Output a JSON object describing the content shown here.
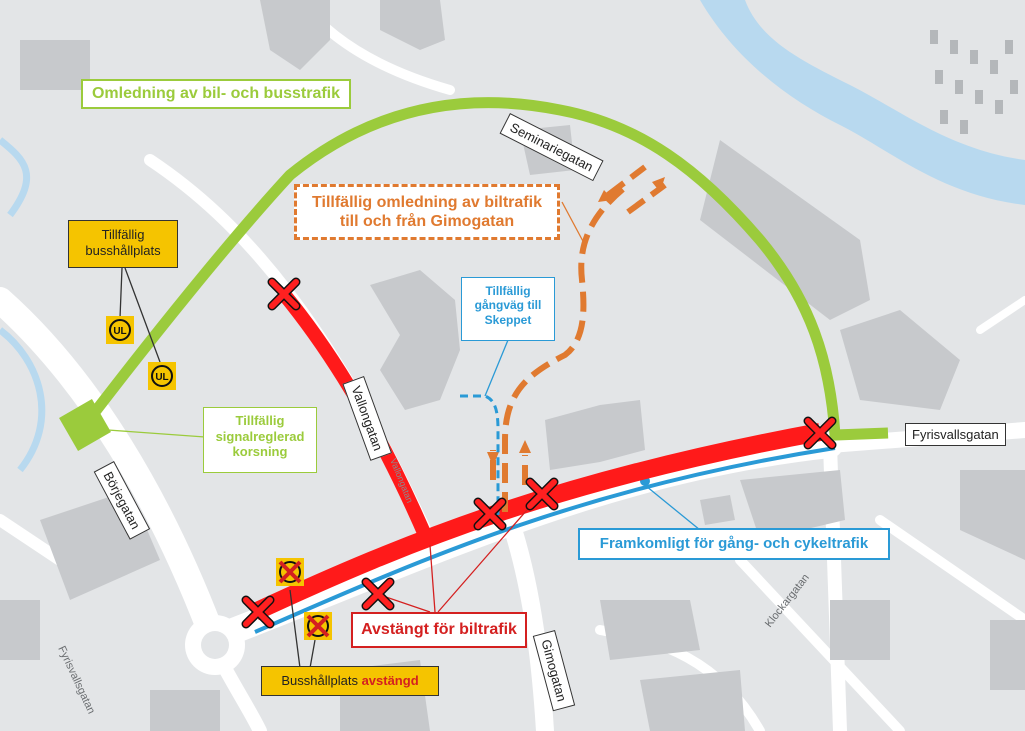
{
  "labels": {
    "bus_detour": "Omledning av bil- och busstrafik",
    "temp_bus_stop_line1": "Tillfällig",
    "temp_bus_stop_line2": "busshållplats",
    "car_detour_line1": "Tillfällig omledning av biltrafik",
    "car_detour_line2": "till och från Gimogatan",
    "temp_walkway_line1": "Tillfällig",
    "temp_walkway_line2": "gångväg till",
    "temp_walkway_line3": "Skeppet",
    "signal_line1": "Tillfällig",
    "signal_line2": "signalreglerad",
    "signal_line3": "korsning",
    "ped_bike": "Framkomligt för gång- och cykeltrafik",
    "closed_cars": "Avstängt för biltrafik",
    "stop_closed_prefix": "Busshållplats ",
    "stop_closed_suffix": "avstängd"
  },
  "streets": {
    "seminariegatan": "Seminariegatan",
    "fyrisvallsgatan": "Fyrisvallsgatan",
    "vallongatan": "Vallongatan",
    "borjegatan": "Börjegatan",
    "gimogatan": "Gimogatan"
  },
  "map_names": {
    "fyrisvallsgatan_small": "Fyrisvallsgatan",
    "klockargatan": "Klockargatan",
    "vallongatan_small": "Vallongatan"
  },
  "bus_stop_icon_text": "UL",
  "colors": {
    "green_route": "#9bcb3c",
    "orange_detour": "#e07a30",
    "closed_red": "#ff1a1a",
    "walk_blue": "#2a9ad6",
    "ul_yellow": "#f5c400",
    "label_red": "#d42020"
  },
  "icons": [
    "closed-x-icon",
    "ul-bus-stop-icon",
    "signal-intersection-icon",
    "cancelled-bus-stop-icon"
  ]
}
